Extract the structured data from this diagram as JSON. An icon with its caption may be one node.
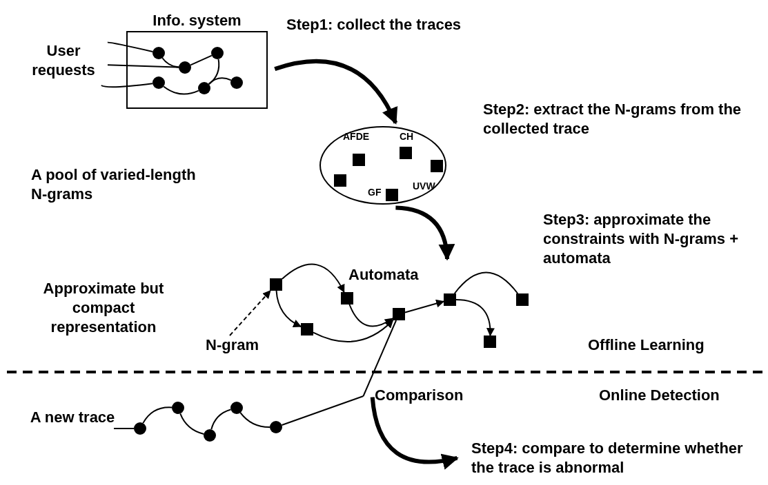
{
  "diagram": {
    "nodes": [
      {
        "text": [
          "Info. system"
        ]
      },
      {
        "text": [
          "User requests"
        ]
      },
      {
        "text": [],
        "shape": "circle",
        "in": 0
      },
      {
        "text": [],
        "shape": "circle",
        "in": 0
      },
      {
        "text": [],
        "shape": "circle",
        "in": 0
      },
      {
        "text": [],
        "shape": "circle",
        "in": 0
      },
      {
        "text": [],
        "shape": "circle",
        "in": 0
      },
      {
        "text": [],
        "shape": "circle",
        "in": 0
      },
      {
        "text": [],
        "shape": "ellipse"
      },
      {
        "text": [],
        "shape": "box",
        "in": 8
      },
      {
        "text": [],
        "shape": "box",
        "in": 8,
        "beside": [
          "AFDE"
        ]
      },
      {
        "text": [],
        "shape": "box",
        "in": 8,
        "beside": [
          "GF"
        ]
      },
      {
        "text": [],
        "shape": "box",
        "in": 8,
        "beside": [
          "CH"
        ]
      },
      {
        "text": [],
        "shape": "box",
        "in": 8,
        "beside": [
          "UVW"
        ]
      },
      {
        "text": [
          "Automata"
        ]
      },
      {
        "text": [],
        "shape": "box"
      },
      {
        "text": [],
        "shape": "box"
      },
      {
        "text": [],
        "shape": "box"
      },
      {
        "text": [],
        "shape": "box"
      },
      {
        "text": [],
        "shape": "box"
      },
      {
        "text": [],
        "shape": "box"
      },
      {
        "text": [],
        "shape": "box"
      },
      {
        "text": [
          "N-gram"
        ]
      },
      {
        "text": [
          "Comparison"
        ]
      },
      {
        "text": [],
        "shape": "circle"
      },
      {
        "text": [],
        "shape": "circle"
      },
      {
        "text": [],
        "shape": "circle"
      },
      {
        "text": [],
        "shape": "circle"
      },
      {
        "text": [],
        "shape": "circle"
      },
      {
        "text": [
          "Step4: compare to determine whether the trace is abnormal"
        ]
      }
    ],
    "edges": [
      {
        "from": 0,
        "to": 8,
        "arrow": "to",
        "style": "thick"
      },
      {
        "from": 1,
        "to": 2,
        "arrow": "none"
      },
      {
        "from": 1,
        "to": 4,
        "arrow": "none"
      },
      {
        "from": 1,
        "to": 5,
        "arrow": "none"
      },
      {
        "from": 2,
        "to": 4,
        "arrow": "none"
      },
      {
        "from": 4,
        "to": 3,
        "arrow": "none"
      },
      {
        "from": 3,
        "to": 6,
        "arrow": "none"
      },
      {
        "from": 5,
        "to": 6,
        "arrow": "none"
      },
      {
        "from": 6,
        "to": 7,
        "arrow": "none"
      },
      {
        "from": 8,
        "to": 14,
        "arrow": "to",
        "style": "thick"
      },
      {
        "from": 22,
        "to": 15,
        "arrow": "to",
        "style": "dashed"
      },
      {
        "from": 15,
        "to": 17,
        "arrow": "to"
      },
      {
        "from": 15,
        "to": 16,
        "arrow": "to"
      },
      {
        "from": 17,
        "to": 18,
        "arrow": "to"
      },
      {
        "from": 16,
        "to": 18,
        "arrow": "to"
      },
      {
        "from": 18,
        "to": 19,
        "arrow": "to"
      },
      {
        "from": 19,
        "to": 21,
        "arrow": "none"
      },
      {
        "from": 19,
        "to": 20,
        "arrow": "to"
      },
      {
        "from": 18,
        "to": 23,
        "arrow": "none"
      },
      {
        "from": null,
        "to": 24,
        "arrow": "none"
      },
      {
        "from": 24,
        "to": 25,
        "arrow": "none"
      },
      {
        "from": 25,
        "to": 26,
        "arrow": "none"
      },
      {
        "from": 26,
        "to": 27,
        "arrow": "none"
      },
      {
        "from": 27,
        "to": 28,
        "arrow": "none"
      },
      {
        "from": 28,
        "to": 23,
        "arrow": "none"
      },
      {
        "from": 23,
        "to": 29,
        "arrow": "to",
        "style": "thick"
      }
    ],
    "labels": [
      "Step1: collect the traces",
      "Step2: extract the N-grams from the collected trace",
      "A pool of varied-length N-grams",
      "Step3: approximate the constraints with N-grams + automata",
      "Approximate but compact representation",
      "Offline Learning",
      "Online Detection",
      "A new trace"
    ]
  }
}
